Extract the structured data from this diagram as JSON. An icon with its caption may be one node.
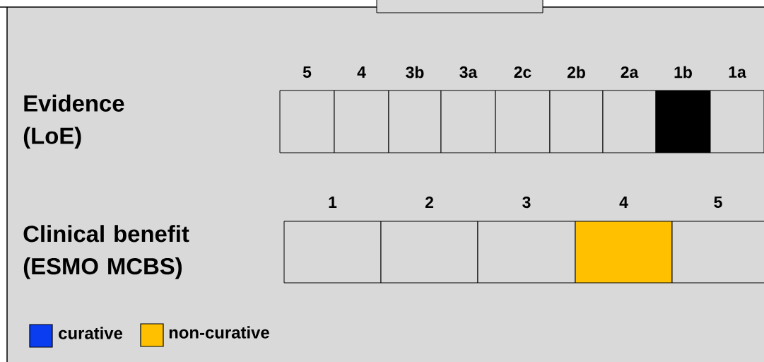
{
  "diagram": {
    "nodes": [
      {
        "text": [],
        "shape": "box"
      }
    ],
    "labels": [
      "5",
      "4",
      "3b",
      "3a",
      "2c",
      "2b",
      "2a",
      "1b",
      "1a",
      "Evidence (LoE)",
      "1",
      "2",
      "3",
      "4",
      "5",
      "Clinical benefit (ESMO MCBS)"
    ],
    "legend": [
      {
        "text": "curative",
        "color": "#0a3cf0"
      },
      {
        "text": "non-curative",
        "color": "#ffc000"
      }
    ]
  }
}
